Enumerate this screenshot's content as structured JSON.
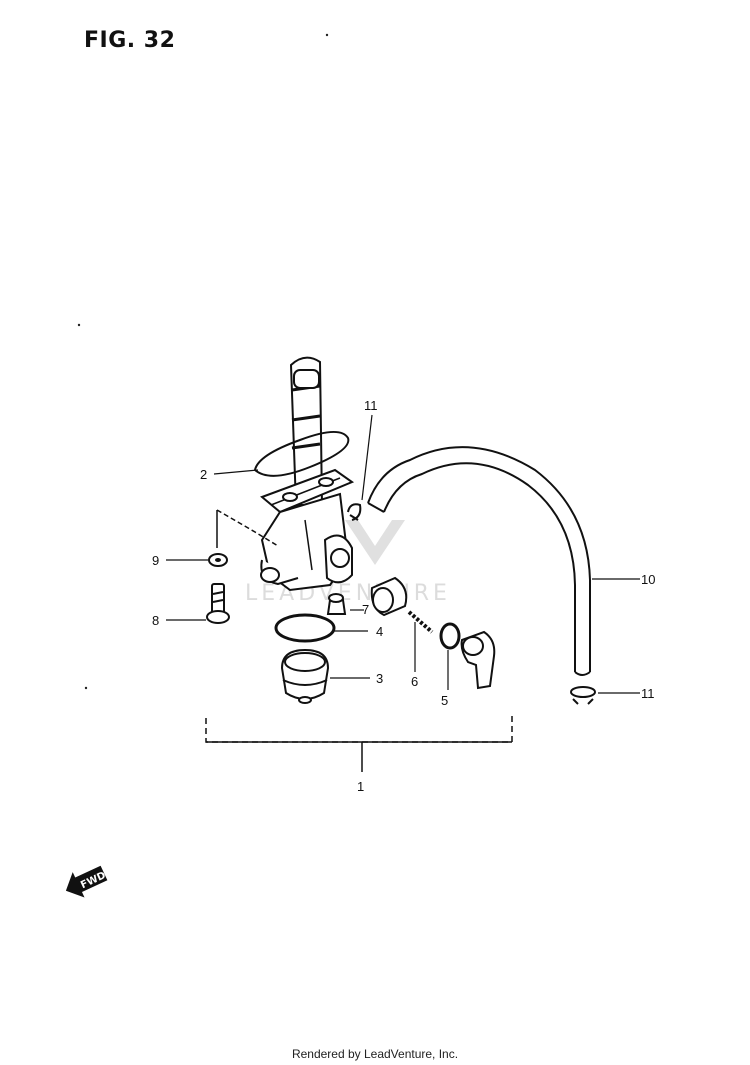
{
  "figure": {
    "title": "FIG. 32"
  },
  "watermark": {
    "text": "LEADVENTURE"
  },
  "direction_badge": {
    "text": "FWD"
  },
  "footer": {
    "text": "Rendered by LeadVenture, Inc."
  },
  "callouts": [
    {
      "id": "c1",
      "label": "1"
    },
    {
      "id": "c2",
      "label": "2"
    },
    {
      "id": "c3",
      "label": "3"
    },
    {
      "id": "c4",
      "label": "4"
    },
    {
      "id": "c5",
      "label": "5"
    },
    {
      "id": "c6",
      "label": "6"
    },
    {
      "id": "c7",
      "label": "7"
    },
    {
      "id": "c8",
      "label": "8"
    },
    {
      "id": "c9",
      "label": "9"
    },
    {
      "id": "c10",
      "label": "10"
    },
    {
      "id": "c11a",
      "label": "11"
    },
    {
      "id": "c11b",
      "label": "11"
    }
  ]
}
